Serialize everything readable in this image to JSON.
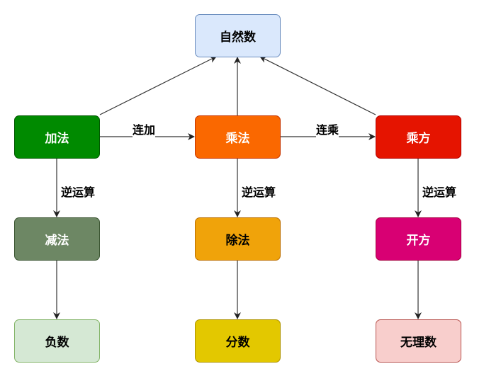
{
  "nodes": {
    "natural": {
      "label": "自然数",
      "fill": "#dae8fc",
      "stroke": "#6c8ebf",
      "text": "#000000"
    },
    "add": {
      "label": "加法",
      "fill": "#008a00",
      "stroke": "#005700",
      "text": "#ffffff"
    },
    "multiply": {
      "label": "乘法",
      "fill": "#fa6800",
      "stroke": "#c73500",
      "text": "#ffffff"
    },
    "power": {
      "label": "乘方",
      "fill": "#e51400",
      "stroke": "#b20000",
      "text": "#ffffff"
    },
    "subtract": {
      "label": "减法",
      "fill": "#6d8764",
      "stroke": "#3a5431",
      "text": "#ffffff"
    },
    "divide": {
      "label": "除法",
      "fill": "#f0a30a",
      "stroke": "#bd7000",
      "text": "#000000"
    },
    "root": {
      "label": "开方",
      "fill": "#d80073",
      "stroke": "#a50040",
      "text": "#ffffff"
    },
    "negative": {
      "label": "负数",
      "fill": "#d5e8d4",
      "stroke": "#82b366",
      "text": "#000000"
    },
    "fraction": {
      "label": "分数",
      "fill": "#e3c800",
      "stroke": "#b09500",
      "text": "#000000"
    },
    "irrational": {
      "label": "无理数",
      "fill": "#f8cecc",
      "stroke": "#b85450",
      "text": "#000000"
    }
  },
  "edge_labels": {
    "add_to_multiply": "连加",
    "multiply_to_power": "连乘",
    "inverse_add": "逆运算",
    "inverse_multiply": "逆运算",
    "inverse_power": "逆运算"
  },
  "edge_color": "#333333"
}
